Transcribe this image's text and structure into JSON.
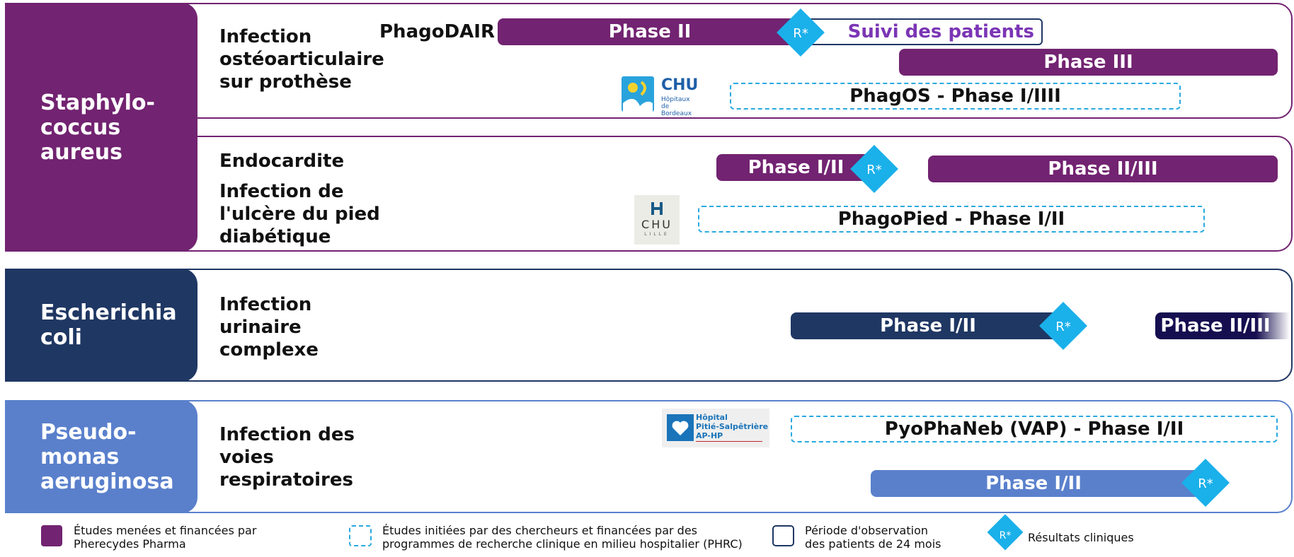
{
  "pathogens": {
    "staph": "Staphylo-\ncoccus\naureus",
    "ecoli": "Escherichia\ncoli",
    "pseudo": "Pseudo-\nmonas\naeruginosa"
  },
  "indications": {
    "osteo": "Infection\nostéoarticulaire\nsur prothèse",
    "endo": "Endocardite",
    "foot": "Infection de\nl'ulcère du pied\ndiabétique",
    "urinary": "Infection\nurinaire\ncomplexe",
    "resp": "Infection des\nvoies\nrespiratoires"
  },
  "trials": {
    "phagodair": "PhagoDAIR",
    "osteo_phase2": "Phase II",
    "osteo_followup": "Suivi des patients",
    "osteo_phase3": "Phase III",
    "phagos": "PhagOS - Phase I/IIII",
    "endo_phase12": "Phase I/II",
    "endo_phase23": "Phase II/III",
    "phagopied": "PhagoPied - Phase I/II",
    "ecoli_phase12": "Phase I/II",
    "ecoli_phase23": "Phase II/III",
    "pyophaneb": "PyoPhaNeb (VAP) - Phase I/II",
    "pseudo_phase12": "Phase I/II"
  },
  "results_marker": "R*",
  "logos": {
    "chu_bordeaux": {
      "title": "CHU",
      "subtitle": "Hôpitaux de\nBordeaux"
    },
    "chu_lille": {
      "title": "CHU",
      "subtitle": "LILLE"
    },
    "pitie": {
      "line1": "Hôpital",
      "line2": "Pitié-Salpêtrière",
      "line3": "AP-HP"
    }
  },
  "legend": {
    "sponsored": "Études menées et financées par\nPherecydes Pharma",
    "phrc": "Études initiées par des chercheurs et financées par des\nprogrammes de recherche clinique en milieu hospitalier (PHRC)",
    "observation": "Période d'observation\ndes patients de 24 mois",
    "results": "Résultats cliniques"
  },
  "colors": {
    "staph": "#722371",
    "ecoli": "#1f3763",
    "pseudo": "#5a80cc",
    "results_diamond": "#1ab0ea",
    "phrc_dash": "#29a9e0",
    "followup_text": "#7b35b5"
  }
}
